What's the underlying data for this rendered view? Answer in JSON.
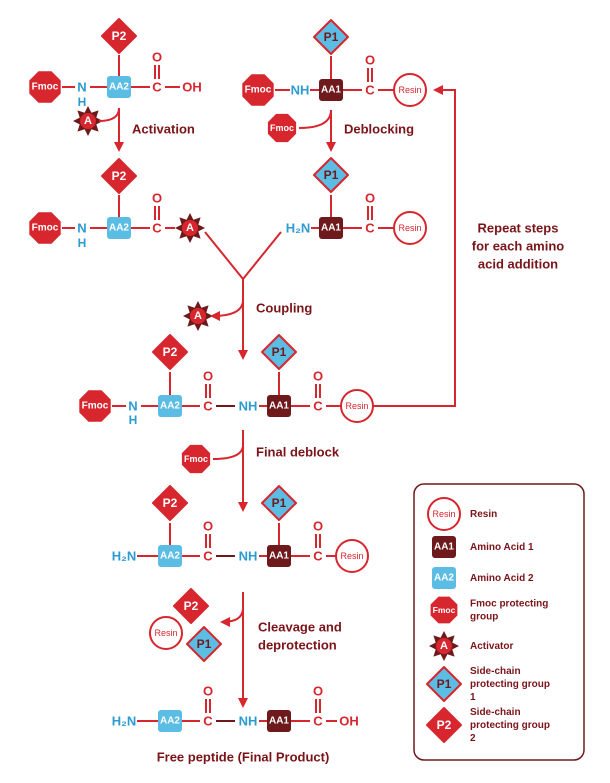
{
  "colors": {
    "red": "#d7262d",
    "maroon": "#6e1a1c",
    "blue": "#5bbde4",
    "text_blue": "#2b9bd2",
    "label": "#7a1419"
  },
  "icons": {
    "fmoc": "octagon",
    "activator": "star",
    "p1": "diamond-blue",
    "p2": "diamond-red",
    "resin": "circle",
    "aa1": "square-maroon",
    "aa2": "square-blue"
  },
  "atoms": {
    "fmoc": "Fmoc",
    "p1": "P1",
    "p2": "P2",
    "aa1": "AA1",
    "aa2": "AA2",
    "resin": "Resin",
    "activator": "A",
    "N": "N",
    "H": "H",
    "NH": "NH",
    "H2N": "H₂N",
    "C": "C",
    "O": "O",
    "OH": "OH"
  },
  "steps": {
    "activation": "Activation",
    "deblocking": "Deblocking",
    "coupling": "Coupling",
    "final_deblock": "Final deblock",
    "cleavage_line1": "Cleavage and",
    "cleavage_line2": "deprotection",
    "repeat_line1": "Repeat steps",
    "repeat_line2": "for each amino",
    "repeat_line3": "acid addition",
    "final_product": "Free peptide (Final Product)"
  },
  "legend": [
    {
      "icon": "resin",
      "text": "Resin"
    },
    {
      "icon": "aa1",
      "text": "Amino Acid 1"
    },
    {
      "icon": "aa2",
      "text": "Amino Acid 2"
    },
    {
      "icon": "fmoc",
      "text": "Fmoc protecting group"
    },
    {
      "icon": "activator",
      "text": "Activator"
    },
    {
      "icon": "p1",
      "text": "Side-chain protecting group 1"
    },
    {
      "icon": "p2",
      "text": "Side-chain protecting group 2"
    }
  ]
}
